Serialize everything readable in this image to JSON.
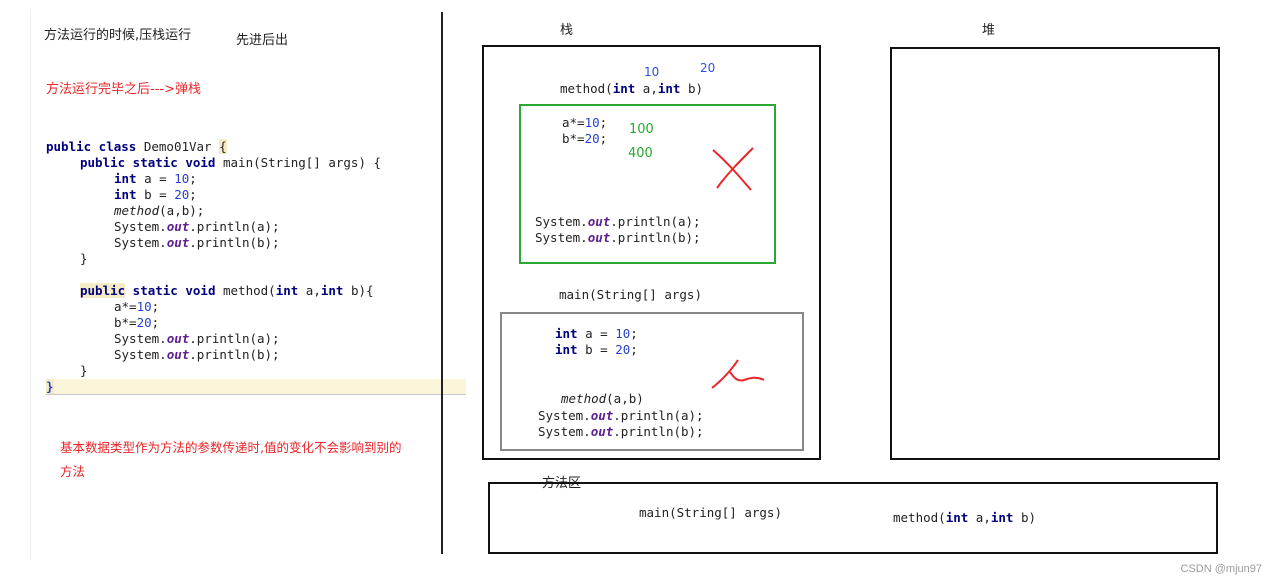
{
  "left": {
    "heading1": "方法运行的时候,压栈运行",
    "heading2": "先进后出",
    "note_pop": "方法运行完毕之后--->弹栈",
    "code": {
      "l1_kw": "public class",
      "l1_rest": " Demo01Var ",
      "l1_brace": "{",
      "l2_kw": "public static void",
      "l2_rest": " main(String[] args) {",
      "l3_kw": "int",
      "l3_rest": " a = ",
      "l3_num": "10",
      "l3_end": ";",
      "l4_kw": "int",
      "l4_rest": " b = ",
      "l4_num": "20",
      "l4_end": ";",
      "l5_call": "method",
      "l5_args": "(a,b);",
      "l6_pre": "System.",
      "l6_out": "out",
      "l6_post": ".println(a);",
      "l7_pre": "System.",
      "l7_out": "out",
      "l7_post": ".println(b);",
      "l8": "}",
      "l9_kw1": "public",
      "l9_kw2": " static void",
      "l9_rest": " method(",
      "l9_int1": "int",
      "l9_a": " a,",
      "l9_int2": "int",
      "l9_b": " b){",
      "l10_pre": "a*=",
      "l10_num": "10",
      "l10_end": ";",
      "l11_pre": "b*=",
      "l11_num": "20",
      "l11_end": ";",
      "l12_pre": "System.",
      "l12_out": "out",
      "l12_post": ".println(a);",
      "l13_pre": "System.",
      "l13_out": "out",
      "l13_post": ".println(b);",
      "l14": "}",
      "l15": "}"
    },
    "note_primitive_line1": "基本数据类型作为方法的参数传递时,值的变化不会影响到别的",
    "note_primitive_line2": "方法"
  },
  "stack": {
    "label": "栈",
    "method_frame": {
      "signature_pre": "method(",
      "signature_int1": "int",
      "signature_a": " a,",
      "signature_int2": "int",
      "signature_b": " b)",
      "param_a_value": "10",
      "param_b_value": "20",
      "line1_pre": "a*=",
      "line1_num": "10",
      "line1_end": ";",
      "line2_pre": "b*=",
      "line2_num": "20",
      "line2_end": ";",
      "result_a": "100",
      "result_b": "400",
      "print_a_pre": "System.",
      "print_a_out": "out",
      "print_a_post": ".println(a);",
      "print_b_pre": "System.",
      "print_b_out": "out",
      "print_b_post": ".println(b);"
    },
    "main_frame": {
      "signature": "main(String[] args)",
      "line1_kw": "int",
      "line1_rest": " a = ",
      "line1_num": "10",
      "line1_end": ";",
      "line2_kw": "int",
      "line2_rest": " b = ",
      "line2_num": "20",
      "line2_end": ";",
      "call": "method",
      "call_args": "(a,b)",
      "print_a_pre": "System.",
      "print_a_out": "out",
      "print_a_post": ".println(a);",
      "print_b_pre": "System.",
      "print_b_out": "out",
      "print_b_post": ".println(b);"
    }
  },
  "heap": {
    "label": "堆"
  },
  "method_area": {
    "label": "方法区",
    "main_sig": "main(String[] args)",
    "method_sig_pre": "method(",
    "method_sig_int1": "int",
    "method_sig_a": " a,",
    "method_sig_int2": "int",
    "method_sig_b": " b)"
  },
  "watermark": "CSDN @mjun97",
  "colors": {
    "accent_red": "#e8262a",
    "frame_green": "#2aa832",
    "keyword": "#00007f",
    "number": "#2a3fcc"
  }
}
